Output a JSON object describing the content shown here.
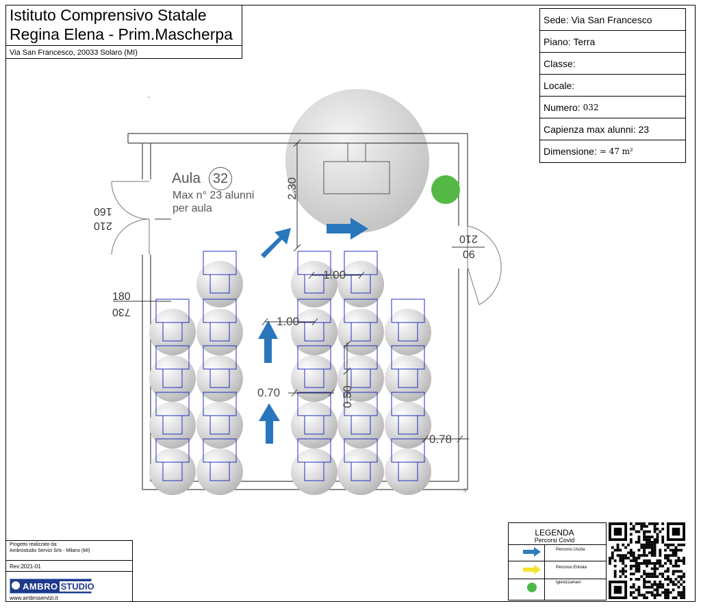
{
  "header": {
    "title_line1": "Istituto Comprensivo Statale",
    "title_line2": "Regina Elena - Prim.Mascherpa",
    "address": "Via San Francesco, 20033 Solaro (MI)"
  },
  "info": {
    "sede": "Sede: Via San Francesco",
    "piano": "Piano: Terra",
    "classe": "Classe:",
    "locale": "Locale:",
    "numero_label": "Numero: ",
    "numero_value": "032",
    "capienza": "Capienza max alunni: 23",
    "dimensione_label": "Dimensione: ",
    "dimensione_value": "≃ 47 m²"
  },
  "room": {
    "name": "Aula",
    "number": "32",
    "max_line1": "Max n° 23 alunni",
    "max_line2": "per aula"
  },
  "dimensions": {
    "teacher_zone": "2.30",
    "aisle_top": "1.00",
    "aisle_mid": "1.00",
    "left_gap": "0.70",
    "row_gap": "0.50",
    "right_gap": "0.78"
  },
  "doors": {
    "left_upper_top": "210",
    "left_upper_bottom": "160",
    "left_lower_top": "180",
    "left_lower_bottom": "730",
    "right_top": "210",
    "right_bottom": "90",
    "tick_mark": "-",
    "small_mark": "8"
  },
  "credits": {
    "line1": "Progetto realizzato da:",
    "line2": "Ambrostudio Servizi Srls - Milano (MI)",
    "rev": "Rev:2021-01",
    "logo_a": "AMBRO",
    "logo_b": "STUDIO",
    "website": "www.ambroservizi.it"
  },
  "legend": {
    "title": "LEGENDA",
    "subtitle": "Percorsi Covid",
    "items": [
      {
        "label": "Percorso Uscita",
        "icon": "blue-arrow-icon",
        "color": "#2f7bbf"
      },
      {
        "label": "Percorso Entrata",
        "icon": "yellow-arrow-icon",
        "color": "#f5e52a"
      },
      {
        "label": "Igienizzamani",
        "icon": "green-dot-icon",
        "color": "#4cb848"
      }
    ]
  },
  "colors": {
    "desk": "#1f2fbf",
    "path_arrow": "#2a76bd",
    "sanitizer": "#55b846",
    "distance_circle": "#c8c8c8"
  }
}
